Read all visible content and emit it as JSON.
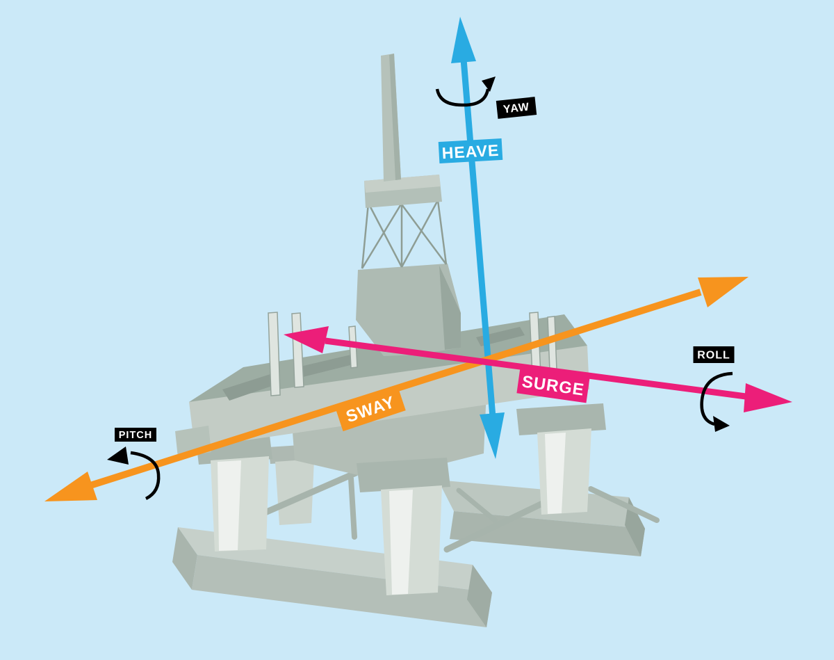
{
  "background_color": "#cbe9f8",
  "label_text_color": "#ffffff",
  "axes": {
    "heave": {
      "label": "HEAVE",
      "color": "#29abe2"
    },
    "sway": {
      "label": "SWAY",
      "color": "#f7941e"
    },
    "surge": {
      "label": "SURGE",
      "color": "#ec1e79"
    }
  },
  "rotations": {
    "yaw": {
      "label": "YAW",
      "color": "#000000"
    },
    "pitch": {
      "label": "PITCH",
      "color": "#000000"
    },
    "roll": {
      "label": "ROLL",
      "color": "#000000"
    }
  },
  "illustration": {
    "subject": "semi-submersible offshore platform",
    "body_color": "#b2bfb7"
  }
}
